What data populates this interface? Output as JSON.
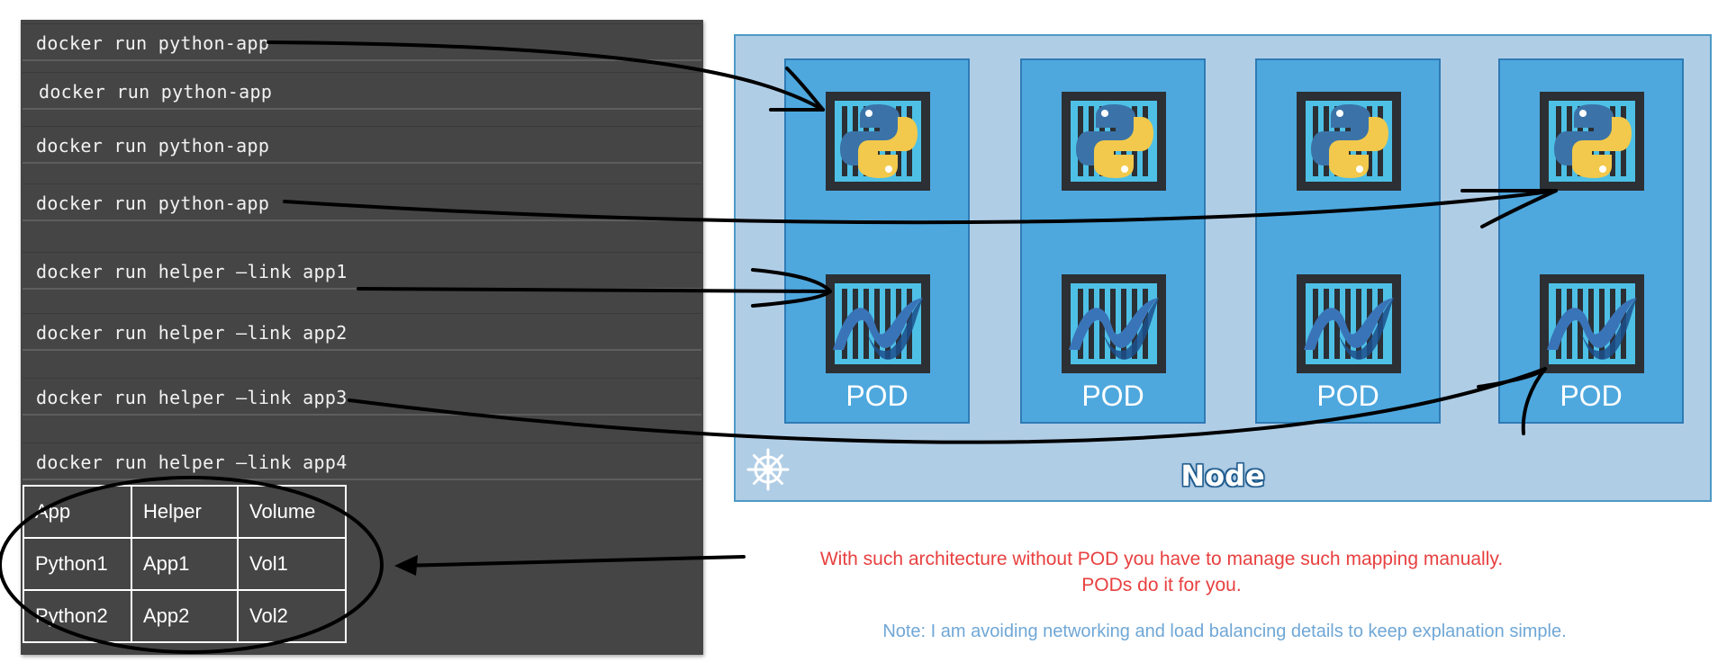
{
  "terminal": {
    "commands": [
      "docker run python-app",
      "docker run python-app",
      "docker run python-app",
      "docker run python-app",
      "docker run helper –link app1",
      "docker run helper –link app2",
      "docker run helper –link app3",
      "docker run helper –link app4"
    ]
  },
  "table": {
    "rows": [
      [
        "App",
        "Helper",
        "Volume"
      ],
      [
        "Python1",
        "App1",
        "Vol1"
      ],
      [
        "Python2",
        "App2",
        "Vol2"
      ]
    ]
  },
  "node": {
    "label": "Node",
    "pods": [
      {
        "label": "POD",
        "app_icon": "python-logo-icon",
        "helper_icon": "dotnet-logo-icon"
      },
      {
        "label": "POD",
        "app_icon": "python-logo-icon",
        "helper_icon": "dotnet-logo-icon"
      },
      {
        "label": "POD",
        "app_icon": "python-logo-icon",
        "helper_icon": "dotnet-logo-icon"
      },
      {
        "label": "POD",
        "app_icon": "python-logo-icon",
        "helper_icon": "dotnet-logo-icon"
      }
    ]
  },
  "message": {
    "line1": "With such architecture without POD you have to manage such mapping manually.",
    "line2": "PODs do it for you."
  },
  "note": "Note: I am avoiding networking and load balancing details to keep explanation simple.",
  "colors": {
    "terminal_bg": "#454545",
    "node_bg": "#b0cde6",
    "pod_bg": "#4ea8de",
    "message": "#e8403f",
    "note": "#6fa7d6"
  }
}
